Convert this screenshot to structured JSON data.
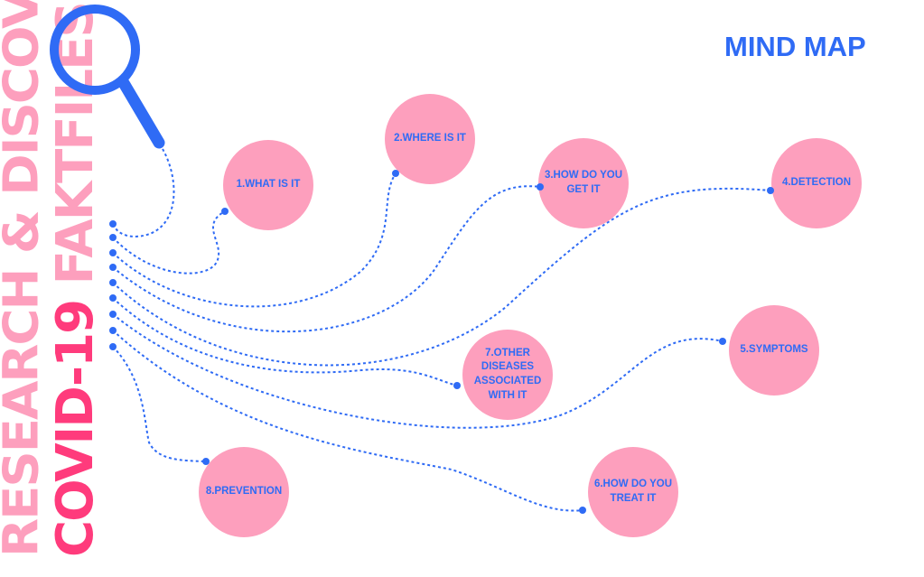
{
  "sidebar": {
    "line1": "RESEARCH & DISCOVERY",
    "covid": "COVID-19",
    "faktfiles": "FAKTFILES"
  },
  "title": "MIND MAP",
  "nodes": [
    {
      "label": "1.WHAT IS IT"
    },
    {
      "label": "2.WHERE IS IT"
    },
    {
      "label": "3.HOW DO YOU GET IT"
    },
    {
      "label": "4.DETECTION"
    },
    {
      "label": "5.SYMPTOMS"
    },
    {
      "label": "6.HOW DO YOU TREAT IT"
    },
    {
      "label": "7.OTHER DISEASES ASSOCIATED WITH IT"
    },
    {
      "label": "8.PREVENTION"
    }
  ],
  "colors": {
    "blue": "#2f6bf5",
    "pink": "#fd9fbd",
    "hot_pink": "#ff3b7c"
  }
}
